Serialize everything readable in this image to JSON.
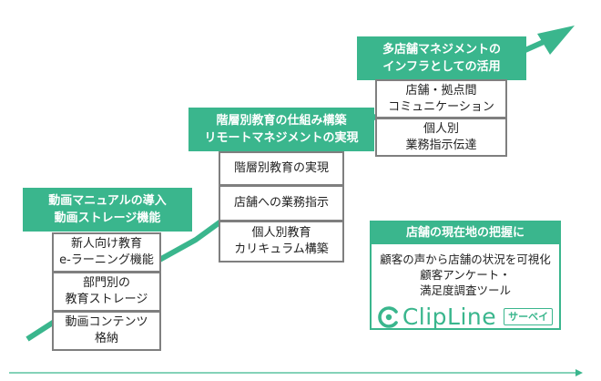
{
  "colors": {
    "accent": "#3ab68d",
    "box_border": "#7f7f7f",
    "axis": "#3ab68d"
  },
  "steps": [
    {
      "header": [
        "動画マニュアルの導入",
        "動画ストレージ機能"
      ],
      "items": [
        [
          "新人向け教育",
          "e-ラーニング機能"
        ],
        [
          "部門別の",
          "教育ストレージ"
        ],
        [
          "動画コンテンツ",
          "格納"
        ]
      ]
    },
    {
      "header": [
        "階層別教育の仕組み構築",
        "リモートマネジメントの実現"
      ],
      "items": [
        [
          "階層別教育の実現"
        ],
        [
          "店舗への業務指示"
        ],
        [
          "個人別教育",
          "カリキュラム構築"
        ]
      ]
    },
    {
      "header": [
        "多店舗マネジメントの",
        "インフラとしての活用"
      ],
      "items": [
        [
          "店舗・拠点間",
          "コミュニケーション"
        ],
        [
          "個人別",
          "業務指示伝達"
        ]
      ]
    }
  ],
  "panel": {
    "title": "店舗の現在地の把握に",
    "lines": [
      "顧客の声から店舗の状況を可視化",
      "顧客アンケート・",
      "満足度調査ツール"
    ],
    "logo_text": "ClipLine",
    "badge": "サーベイ",
    "logo_icon": "clipline-logo-icon"
  }
}
